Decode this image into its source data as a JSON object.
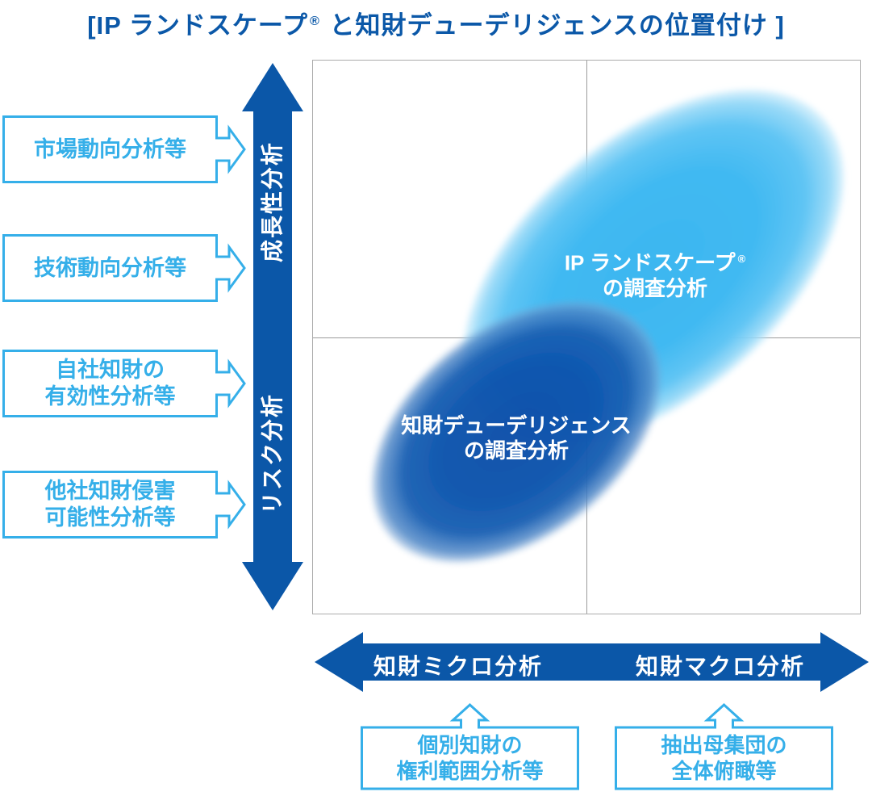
{
  "title": {
    "prefix": "[IP ランドスケープ",
    "reg": "®",
    "suffix": " と知財デューデリジェンスの位置付け ]"
  },
  "colors": {
    "axis_dark_blue": "#0B57A8",
    "callout_light_blue": "#35AFE9",
    "ellipse_light_blue": "#41B9F2",
    "ellipse_dark_blue": "#0A50AC",
    "grid_gray": "#9B9B9B",
    "label_white": "#FFFFFF"
  },
  "y_axis": {
    "top_label": "成長性分析",
    "bottom_label": "リスク分析"
  },
  "x_axis": {
    "left_label": "知財ミクロ分析",
    "right_label": "知財マクロ分析"
  },
  "left_callouts": [
    {
      "label": "市場動向分析等"
    },
    {
      "label": "技術動向分析等"
    },
    {
      "label": "自社知財の\n有効性分析等"
    },
    {
      "label": "他社知財侵害\n可能性分析等"
    }
  ],
  "bottom_callouts": [
    {
      "label": "個別知財の\n権利範囲分析等"
    },
    {
      "label": "抽出母集団の\n全体俯瞰等"
    }
  ],
  "ellipses": {
    "ip_landscape": {
      "line1": "IP ランドスケープ",
      "reg": "®",
      "line2": "の調査分析"
    },
    "due_diligence": {
      "label": "知財デューデリジェンス\nの調査分析"
    }
  }
}
